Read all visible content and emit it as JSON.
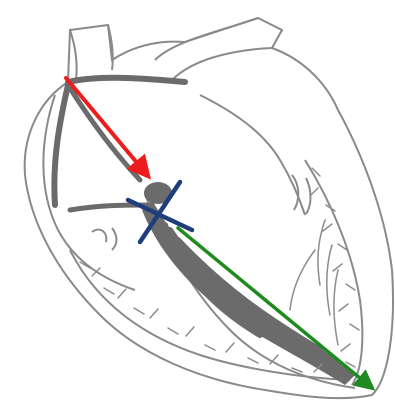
{
  "diagram": {
    "subject": "heart-conduction-system",
    "background": "#ffffff",
    "colors": {
      "outline": "#8a8a8a",
      "chamber_fill": "#ffffff",
      "conduction_pathway": "#6b6b6b",
      "purkinje_network": "#8c8c8c",
      "red_arrow": "#ee1c1c",
      "green_arrow": "#1f8a1f",
      "blue_cross": "#1f3f7a"
    },
    "arrows": [
      {
        "name": "sa-to-av-arrow",
        "color": "red"
      },
      {
        "name": "av-to-apex-arrow",
        "color": "green"
      }
    ],
    "markers": [
      {
        "name": "av-node-block-cross",
        "color": "dark-blue",
        "shape": "cross"
      }
    ]
  }
}
